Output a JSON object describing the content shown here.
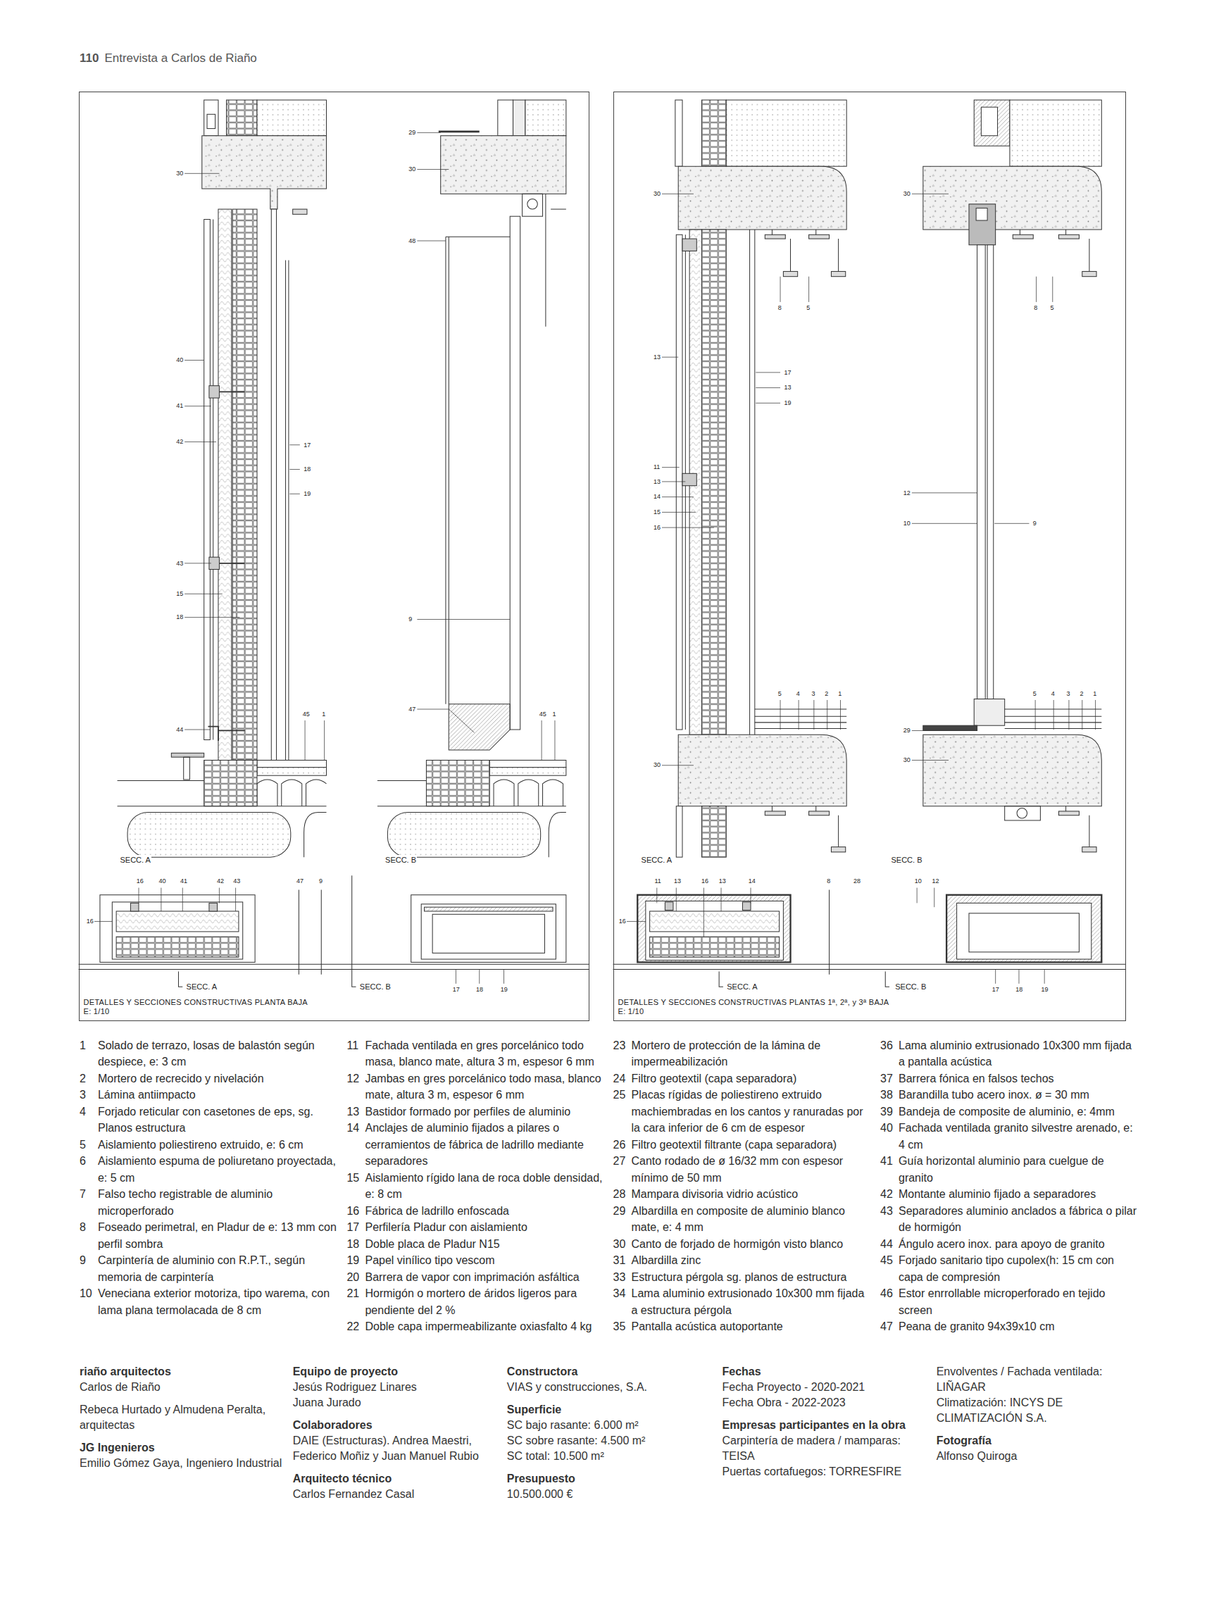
{
  "diagram": {
    "nodes": [
      {
        "text": [
          "DETALLES Y SECCIONES CONSTRUCTIVAS PLANTA BAJA",
          "E: 1/10"
        ]
      },
      {
        "text": [
          "DETALLES Y SECCIONES CONSTRUCTIVAS PLANTAS 1ª, 2ª, y 3ª BAJA",
          "E: 1/10"
        ]
      }
    ],
    "labels": [
      "110",
      "Entrevista a Carlos de Riaño",
      "30",
      "40",
      "41",
      "42",
      "43",
      "15",
      "18",
      "44",
      "17",
      "18",
      "19",
      "45",
      "1",
      "29",
      "30",
      "48",
      "9",
      "47",
      "45",
      "1",
      "SECC. A",
      "SECC. B",
      "16",
      "40",
      "41",
      "42",
      "43",
      "47",
      "9",
      "16",
      "SECC. A",
      "SECC. B",
      "17",
      "18",
      "19",
      "30",
      "13",
      "11",
      "13",
      "14",
      "15",
      "16",
      "8",
      "5",
      "17",
      "13",
      "19",
      "5",
      "4",
      "3",
      "2",
      "1",
      "30",
      "30",
      "12",
      "10",
      "9",
      "8",
      "5",
      "5",
      "4",
      "3",
      "2",
      "1",
      "29",
      "30",
      "SECC. A",
      "SECC. B",
      "11",
      "13",
      "16",
      "13",
      "14",
      "8",
      "28",
      "10",
      "12",
      "16",
      "SECC. A",
      "SECC. B",
      "17",
      "18",
      "19",
      "1",
      "Solado de terrazo, losas de balastón según despiece, e: 3 cm",
      "2",
      "Mortero de recrecido y nivelación",
      "3",
      "Lámina antiimpacto",
      "4",
      "Forjado reticular con casetones de eps, sg. Planos estructura",
      "5",
      "Aislamiento poliestireno extruido, e: 6 cm",
      "6",
      "Aislamiento espuma de poliuretano proyectada, e: 5 cm",
      "7",
      "Falso techo registrable de aluminio microperforado",
      "8",
      "Foseado perimetral, en Pladur de e: 13 mm con perfil sombra",
      "9",
      "Carpintería de aluminio con R.P.T., según memoria de carpintería",
      "10",
      "Veneciana exterior motoriza, tipo warema, con lama plana termolacada de 8 cm",
      "11",
      "Fachada ventilada en gres porcelánico todo masa, blanco mate, altura 3 m, espesor 6 mm",
      "12",
      "Jambas en gres porcelánico todo masa, blanco mate, altura 3 m, espesor 6 mm",
      "13",
      "Bastidor formado por perfiles de aluminio",
      "14",
      "Anclajes de aluminio fijados a pilares o cerramientos de fábrica de ladrillo mediante separadores",
      "15",
      "Aislamiento rígido lana de roca doble densidad, e: 8 cm",
      "16",
      "Fábrica de ladrillo enfoscada",
      "17",
      "Perfilería Pladur con aislamiento",
      "18",
      "Doble placa de Pladur N15",
      "19",
      "Papel vinílico tipo vescom",
      "20",
      "Barrera de vapor con imprimación asfáltica",
      "21",
      "Hormigón o mortero de áridos ligeros para pendiente del 2 %",
      "22",
      "Doble capa impermeabilizante oxiasfalto 4 kg",
      "23",
      "Mortero de protección de la lámina de impermeabilización",
      "24",
      "Filtro geotextil (capa separadora)",
      "25",
      "Placas rígidas de poliestireno extruido machiembradas en los cantos y ranuradas por la cara inferior de 6 cm de espesor",
      "26",
      "Filtro geotextil filtrante (capa separadora)",
      "27",
      "Canto rodado de ø 16/32 mm con espesor mínimo de 50 mm",
      "28",
      "Mampara divisoria vidrio acústico",
      "29",
      "Albardilla en composite de aluminio blanco mate, e: 4 mm",
      "30",
      "Canto de forjado de hormigón visto blanco",
      "31",
      "Albardilla zinc",
      "33",
      "Estructura pérgola sg. planos de estructura",
      "34",
      "Lama aluminio extrusionado 10x300 mm fijada a estructura pérgola",
      "35",
      "Pantalla acústica autoportante",
      "36",
      "Lama aluminio extrusionado 10x300 mm fijada a pantalla acústica",
      "37",
      "Barrera fónica en falsos techos",
      "38",
      "Barandilla tubo acero inox. ø = 30 mm",
      "39",
      "Bandeja de composite de aluminio, e: 4mm",
      "40",
      "Fachada ventilada granito silvestre arenado, e: 4 cm",
      "41",
      "Guía horizontal aluminio para cuelgue de granito",
      "42",
      "Montante aluminio fijado a separadores",
      "43",
      "Separadores aluminio anclados a fábrica o pilar de hormigón",
      "44",
      "Ángulo acero inox. para apoyo de granito",
      "45",
      "Forjado sanitario tipo cupolex(h: 15 cm con capa de compresión",
      "46",
      "Estor enrrollable microperforado en tejido screen",
      "47",
      "Peana de granito 94x39x10 cm",
      "riaño arquitectos",
      "Carlos de Riaño",
      "Rebeca Hurtado y Almudena Peralta, arquitectas",
      "JG Ingenieros",
      "Emilio Gómez Gaya, Ingeniero Industrial",
      "Equipo de proyecto",
      "Jesús Rodriguez Linares",
      "Juana Jurado",
      "Colaboradores",
      "DAIE (Estructuras). Andrea Maestri, Federico Moñiz y Juan Manuel Rubio",
      "Arquitecto técnico",
      "Carlos Fernandez Casal",
      "Constructora",
      "VIAS y construcciones, S.A.",
      "Superficie",
      "SC bajo rasante: 6.000 m²",
      "SC sobre rasante: 4.500 m²",
      "SC total: 10.500 m²",
      "Presupuesto",
      "10.500.000 €",
      "Fechas",
      "Fecha Proyecto - 2020-2021",
      "Fecha Obra - 2022-2023",
      "Empresas participantes en la obra",
      "Carpintería de madera / mamparas: TEISA",
      "Puertas cortafuegos: TORRESFIRE",
      "Envolventes / Fachada ventilada: LIÑAGAR",
      "Climatización: INCYS DE CLIMATIZACIÓN S.A.",
      "Fotografía",
      "Alfonso Quiroga"
    ]
  }
}
